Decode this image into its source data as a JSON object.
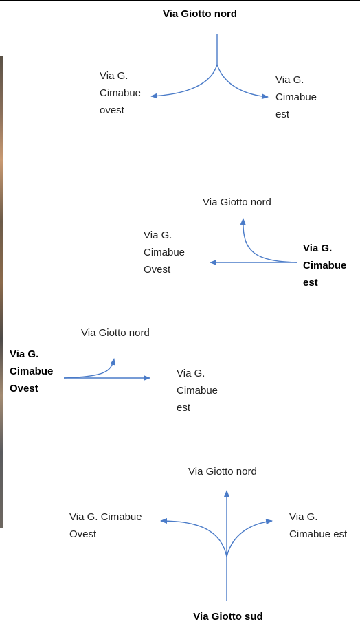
{
  "diagram_1": {
    "origin": [
      "Via Giotto nord"
    ],
    "left": [
      "Via G.",
      "Cimabue",
      "ovest"
    ],
    "right": [
      "Via G.",
      "Cimabue",
      "est"
    ]
  },
  "diagram_2": {
    "top": [
      "Via Giotto nord"
    ],
    "left": [
      "Via G.",
      "Cimabue",
      "Ovest"
    ],
    "origin": [
      "Via G.",
      "Cimabue",
      "est"
    ]
  },
  "diagram_3": {
    "top": [
      "Via Giotto nord"
    ],
    "origin": [
      "Via G.",
      "Cimabue",
      "Ovest"
    ],
    "right": [
      "Via G.",
      "Cimabue",
      "est"
    ]
  },
  "diagram_4": {
    "top": [
      "Via Giotto nord"
    ],
    "left": [
      "Via G. Cimabue",
      "Ovest"
    ],
    "right": [
      "Via G.",
      "Cimabue est"
    ],
    "origin": [
      "Via Giotto sud"
    ]
  },
  "colors": {
    "arrow": "#4a7bc8",
    "text": "#222222",
    "rule": "#000000"
  }
}
